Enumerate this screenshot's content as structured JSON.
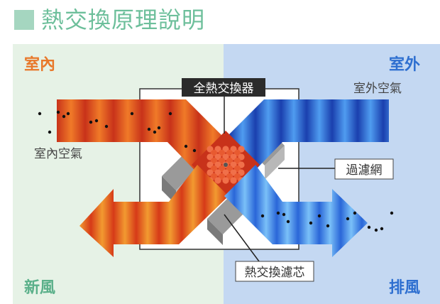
{
  "title": "熱交換原理說明",
  "zones": {
    "indoor": "室內",
    "outdoor": "室外",
    "fresh_air": "新風",
    "exhaust": "排風"
  },
  "labels": {
    "heat_exchanger": "全熱交換器",
    "indoor_air": "室內空氣",
    "outdoor_air": "室外空氣",
    "filter": "過濾網",
    "core": "熱交換濾芯"
  },
  "colors": {
    "accent_green": "#6dbf9b",
    "indoor_bg": "#e6f2e6",
    "outdoor_bg": "#c4d8f2",
    "indoor_label": "#e8782a",
    "outdoor_label": "#2e6fd0",
    "warm_flow": "#e0441c",
    "cool_flow": "#2a6fe0"
  }
}
